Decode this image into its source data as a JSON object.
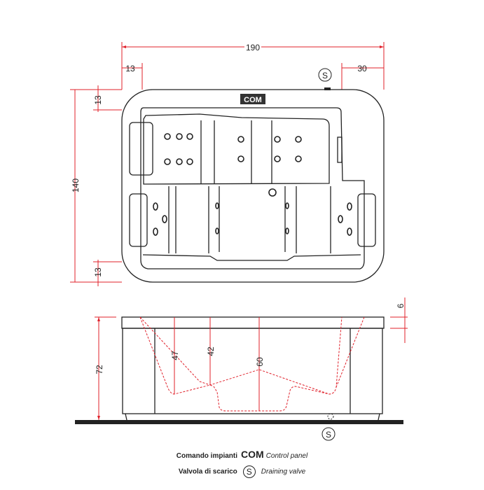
{
  "top_view": {
    "dims": {
      "length": "190",
      "left_offset": "13",
      "right_offset": "30",
      "width": "140",
      "top_margin": "13",
      "bottom_margin": "13"
    },
    "com_label": "COM",
    "valve_symbol": "S"
  },
  "side_view": {
    "dims": {
      "height": "72",
      "rim": "6",
      "seat_depth_1": "47",
      "seat_depth_2": "42",
      "max_depth": "60"
    },
    "valve_symbol": "S"
  },
  "legend": {
    "row1": {
      "it": "Comando impianti",
      "code": "COM",
      "en": "Control panel"
    },
    "row2": {
      "it": "Valvola di scarico",
      "code": "S",
      "en": "Draining valve"
    }
  },
  "colors": {
    "dimension": "#e0202a",
    "line": "#222222"
  }
}
